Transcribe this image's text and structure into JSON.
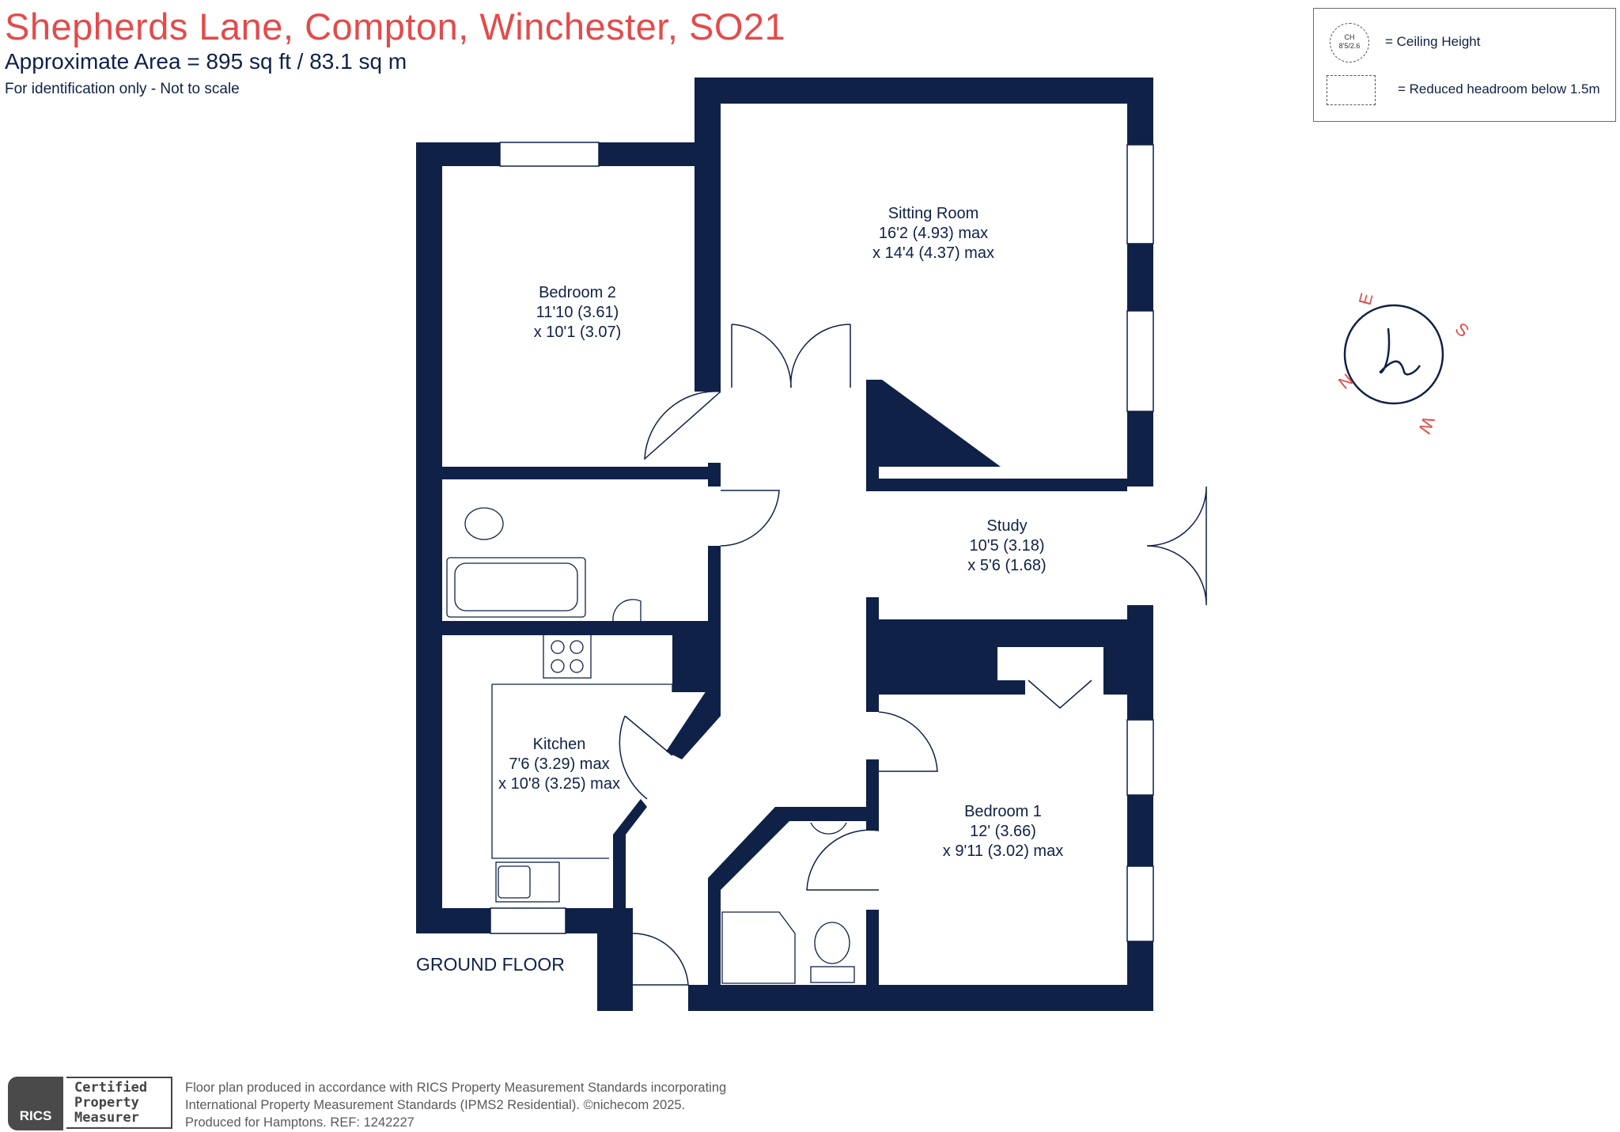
{
  "header": {
    "title": "Shepherds Lane, Compton, Winchester, SO21",
    "area": "Approximate Area = 895 sq ft / 83.1 sq m",
    "note": "For identification only - Not to scale"
  },
  "legend": {
    "ceiling_symbol_line1": "CH",
    "ceiling_symbol_line2": "8'5/2.6",
    "ceiling_label": "= Ceiling Height",
    "reduced_label": "= Reduced headroom below 1.5m"
  },
  "rooms": {
    "sitting_room": {
      "name": "Sitting Room",
      "dim1": "16'2 (4.93) max",
      "dim2": "x 14'4 (4.37) max"
    },
    "bedroom2": {
      "name": "Bedroom 2",
      "dim1": "11'10 (3.61)",
      "dim2": "x 10'1 (3.07)"
    },
    "study": {
      "name": "Study",
      "dim1": "10'5 (3.18)",
      "dim2": "x 5'6 (1.68)"
    },
    "kitchen": {
      "name": "Kitchen",
      "dim1": "7'6 (3.29) max",
      "dim2": "x 10'8 (3.25) max"
    },
    "bedroom1": {
      "name": "Bedroom 1",
      "dim1": "12' (3.66)",
      "dim2": "x 9'11 (3.02) max"
    }
  },
  "floor_label": "GROUND FLOOR",
  "compass": {
    "n": "N",
    "e": "E",
    "s": "S",
    "w": "W"
  },
  "badge": {
    "rics": "RICS",
    "line1": "Certified",
    "line2": "Property",
    "line3": "Measurer"
  },
  "footer": {
    "line1": "Floor plan produced in accordance with RICS Property Measurement Standards incorporating",
    "line2": "International Property Measurement Standards (IPMS2 Residential).  ©nichecom 2025.",
    "line3": "Produced for Hamptons.   REF:  1242227"
  },
  "colors": {
    "wall": "#0f2147",
    "title": "#e34b4b",
    "compass": "#e34b4b"
  }
}
